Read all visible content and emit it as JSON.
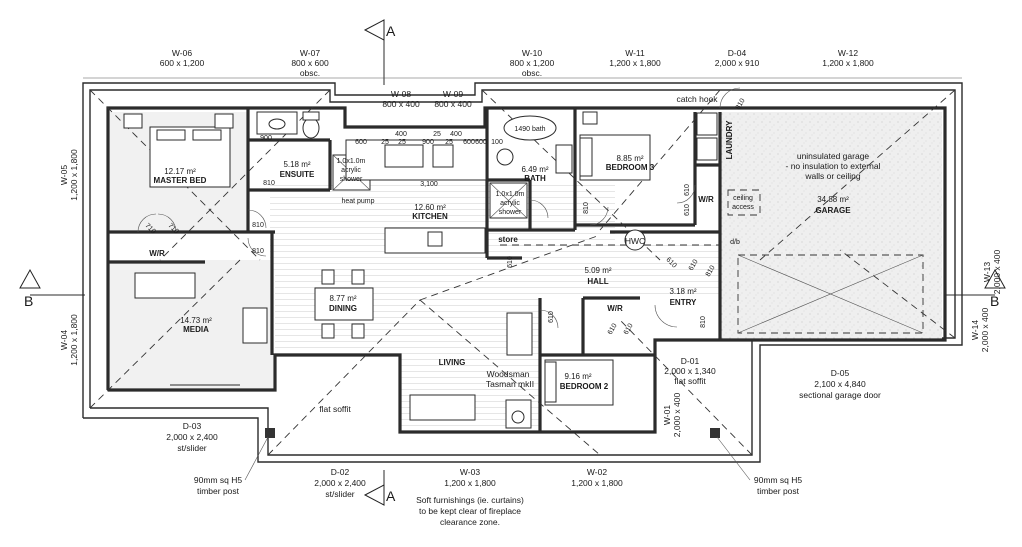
{
  "section_markers": {
    "top": "A",
    "bottom": "A",
    "left": "B",
    "right": "B"
  },
  "windows_top": [
    {
      "code": "W-06",
      "size": "600 x 1,200",
      "note": ""
    },
    {
      "code": "W-07",
      "size": "800 x 600",
      "note": "obsc."
    },
    {
      "code": "W-08",
      "size": "800 x 400",
      "note": ""
    },
    {
      "code": "W-09",
      "size": "800 x 400",
      "note": ""
    },
    {
      "code": "W-10",
      "size": "800 x 1,200",
      "note": "obsc."
    },
    {
      "code": "W-11",
      "size": "1,200 x 1,800",
      "note": ""
    },
    {
      "code": "D-04",
      "size": "2,000 x 910",
      "note": ""
    },
    {
      "code": "W-12",
      "size": "1,200 x 1,800",
      "note": ""
    }
  ],
  "windows_left": [
    {
      "code": "W-05",
      "size": "1,200 x 1,800"
    },
    {
      "code": "W-04",
      "size": "1,200 x 1,800"
    }
  ],
  "windows_right": [
    {
      "code": "W-13",
      "size": "2,000 x 400"
    },
    {
      "code": "W-14",
      "size": "2,000 x 400"
    }
  ],
  "windows_bottom": [
    {
      "code": "D-03",
      "size": "2,000 x 2,400",
      "note": "st/slider"
    },
    {
      "code": "D-02",
      "size": "2,000 x 2,400",
      "note": "st/slider"
    },
    {
      "code": "W-03",
      "size": "1,200 x 1,800",
      "note": ""
    },
    {
      "code": "W-02",
      "size": "1,200 x 1,800",
      "note": ""
    },
    {
      "code": "D-01",
      "size": "2,000 x 1,340",
      "note": "flat soffit"
    },
    {
      "code": "D-05",
      "size": "2,100 x 4,840",
      "note": "sectional garage door"
    },
    {
      "code": "W-01",
      "size": "2,000 x 400",
      "note": ""
    }
  ],
  "rooms": {
    "master_bed": {
      "name": "MASTER BED",
      "area": "12.17 m²"
    },
    "ensuite": {
      "name": "ENSUITE",
      "area": "5.18 m²"
    },
    "kitchen": {
      "name": "KITCHEN",
      "area": "12.60 m²"
    },
    "bath": {
      "name": "BATH",
      "area": "6.49 m²"
    },
    "bedroom3": {
      "name": "BEDROOM 3",
      "area": "8.85 m²"
    },
    "garage": {
      "name": "GARAGE",
      "area": "34.88 m²"
    },
    "media": {
      "name": "MEDIA",
      "area": "14.73 m²"
    },
    "dining": {
      "name": "DINING",
      "area": "8.77 m²"
    },
    "living": {
      "name": "LIVING"
    },
    "hall": {
      "name": "HALL",
      "area": "5.09 m²"
    },
    "entry": {
      "name": "ENTRY",
      "area": "3.18 m²"
    },
    "bedroom2": {
      "name": "BEDROOM 2",
      "area": "9.16 m²"
    }
  },
  "labels": {
    "store": "store",
    "laundry": "LAUNDRY",
    "wr": "W/R",
    "hwc": "HWC",
    "db": "d/b",
    "ceiling_access_1": "ceiling",
    "ceiling_access_2": "access",
    "heat_pump": "heat pump",
    "catch_hook": "catch hook",
    "bath_tub": "1490 bath",
    "shower_size": "1.0x1.0m",
    "shower_type_1": "acrylic",
    "shower_type_2": "shower",
    "garage_note_1": "uninsulated garage",
    "garage_note_2": "- no insulation to external",
    "garage_note_3": "walls or ceiling",
    "flat_soffit": "flat soffit",
    "fire_1": "Woodsman",
    "fire_2": "Tasman mkII",
    "post_1": "90mm sq H5",
    "post_2": "timber post",
    "soft_note_1": "Soft furnishings (ie. curtains)",
    "soft_note_2": "to be kept clear of fireplace",
    "soft_note_3": "clearance zone."
  },
  "kitchen_dims": {
    "row1": [
      "400",
      "25",
      "400"
    ],
    "row2": [
      "600",
      "25",
      "25",
      "900",
      "25",
      "600",
      "600",
      "100"
    ],
    "total": "3,100",
    "ensuite_w": "900"
  },
  "door_sizes": [
    "810",
    "710",
    "710",
    "810",
    "810",
    "610",
    "610",
    "610",
    "810",
    "610",
    "610",
    "810",
    "610",
    "810",
    "610",
    "610",
    "810"
  ]
}
